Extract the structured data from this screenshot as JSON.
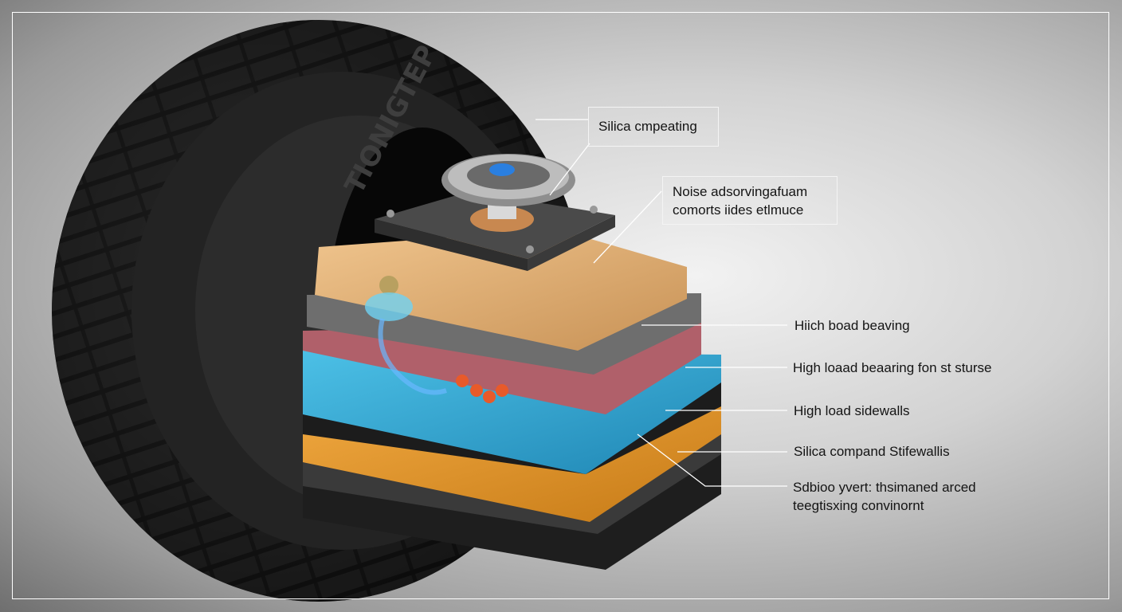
{
  "callouts": [
    {
      "id": "silica-competing",
      "lines": [
        "Silica cmpeating"
      ]
    },
    {
      "id": "noise-absorbing",
      "lines": [
        "Noise adsorvingafuam",
        "comorts iides etlmuce"
      ]
    },
    {
      "id": "high-load-beaving",
      "lines": [
        "Hiich boad beaving"
      ]
    },
    {
      "id": "high-load-bearing",
      "lines": [
        "High loaad beaaring fon st sturse"
      ]
    },
    {
      "id": "high-load-sidewalls",
      "lines": [
        "High load sidewalls"
      ]
    },
    {
      "id": "silica-compand",
      "lines": [
        "Silica compand Stifewallis"
      ]
    },
    {
      "id": "sidioo-yvert",
      "lines": [
        "Sdbioo yvert: thsimaned arced",
        "teegtisxing convinornt"
      ]
    }
  ],
  "tire_sidewall_text": "TIONIGTEP",
  "colors": {
    "tire": "#1c1c1c",
    "tread_groove": "#0a0a0a",
    "foam_tan": "#d8aa72",
    "grey_layer": "#6e6e6e",
    "pink_layer": "#b0606a",
    "blue_layer": "#2fa6cf",
    "black_layer": "#1e1e1e",
    "orange_layer": "#e0962a",
    "dark_grey_layer": "#3a3a3a",
    "sensor_metal": "#9a9a9a",
    "sensor_blue": "#2a7fe0",
    "leader_line": "#ffffff"
  }
}
